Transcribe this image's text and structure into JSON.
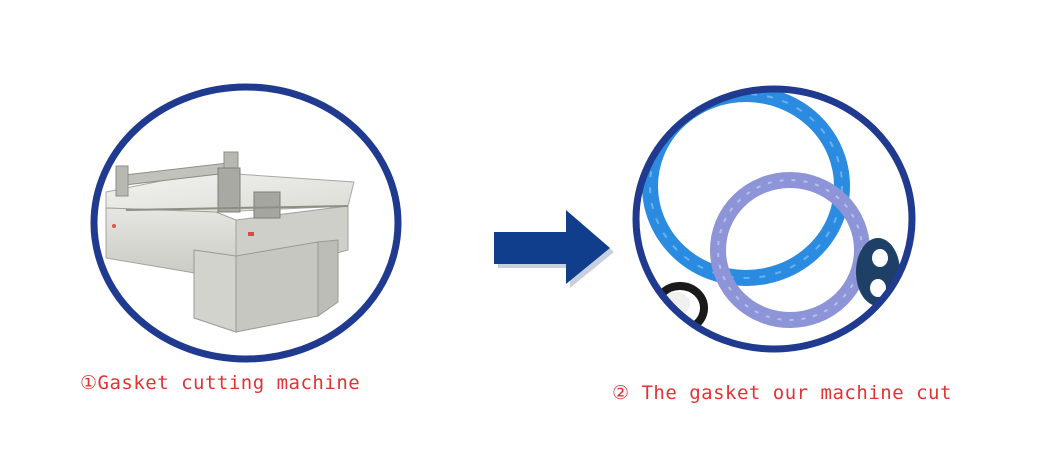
{
  "captions": {
    "left": "①Gasket cutting machine",
    "right": "② The gasket our machine cut"
  },
  "colors": {
    "circle_border": "#1f3a8f",
    "arrow": "#103e8c",
    "caption_text": "#e23232",
    "gasket_blue": "#2a8be0",
    "gasket_lavender": "#8d95d8",
    "machine_body": "#d7d7d2"
  },
  "icons": {
    "arrow": "right-arrow-icon",
    "machine": "cutting-machine-illustration",
    "gaskets": "gasket-rings-illustration"
  }
}
